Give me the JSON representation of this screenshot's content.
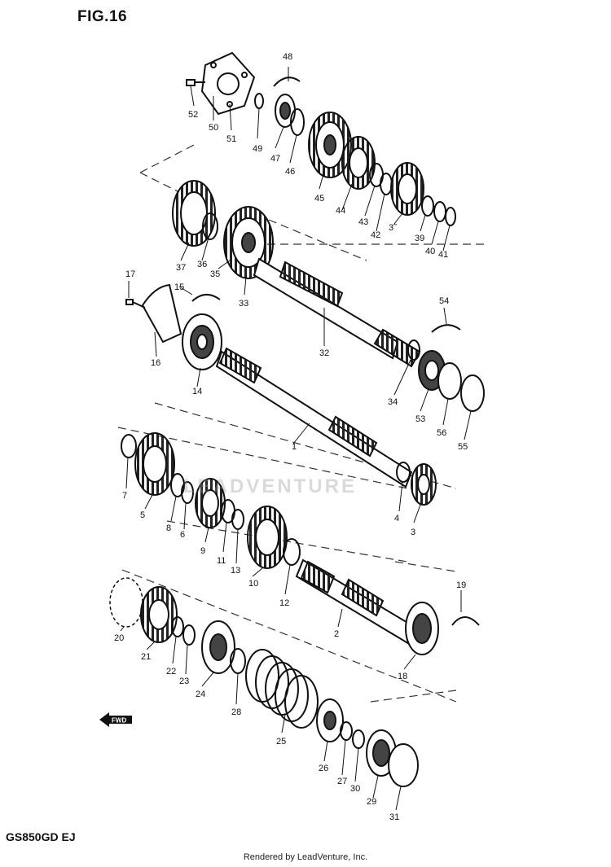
{
  "figure": {
    "title": "FIG.16",
    "model": "GS850GD EJ",
    "footer": "Rendered by LeadVenture, Inc.",
    "watermark": "LEADVENTURE",
    "forward_marker": "FWD"
  },
  "part_labels": [
    "52",
    "50",
    "51",
    "48",
    "49",
    "47",
    "46",
    "45",
    "44",
    "43",
    "42",
    "3̃",
    "39",
    "40",
    "41",
    "37",
    "36",
    "35",
    "33",
    "17",
    "15",
    "16",
    "14",
    "32",
    "54",
    "34",
    "53",
    "56",
    "55",
    "1",
    "7",
    "5",
    "8",
    "6",
    "9",
    "11",
    "13",
    "10",
    "12",
    "4",
    "3",
    "20",
    "21",
    "22",
    "23",
    "24",
    "28",
    "25",
    "26",
    "27",
    "30",
    "29",
    "31",
    "2",
    "19",
    "18"
  ]
}
